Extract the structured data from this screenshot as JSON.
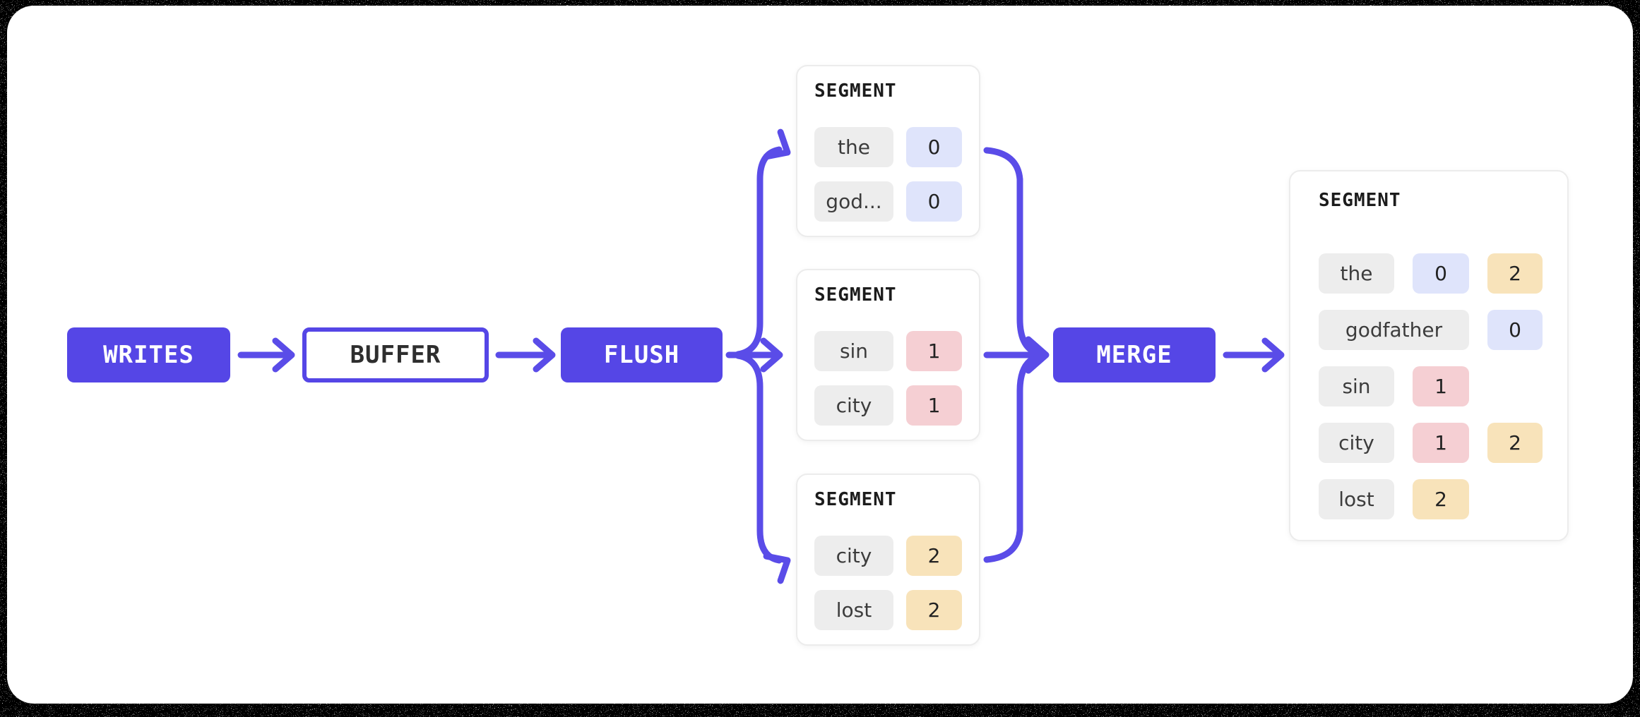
{
  "colors": {
    "accent": "#5546e6",
    "arrow": "#5a4ce8",
    "node_text": "#ffffff",
    "outline_node_text": "#2e2e2e",
    "canvas": "#ffffff",
    "card_border": "#ececec",
    "title_ink": "#1c1c1c",
    "term_bg": "#ededed",
    "term_ink": "#3c3c3c",
    "num_ink": "#222222",
    "blue": "#dfe4fb",
    "pink": "#f5cfd3",
    "yellow": "#f8e3ba"
  },
  "nodes": [
    {
      "id": "writes",
      "label": "WRITES",
      "variant": "filled"
    },
    {
      "id": "buffer",
      "label": "BUFFER",
      "variant": "outline"
    },
    {
      "id": "flush",
      "label": "FLUSH",
      "variant": "filled"
    },
    {
      "id": "merge",
      "label": "MERGE",
      "variant": "filled"
    }
  ],
  "segments": [
    {
      "title": "SEGMENT",
      "rows": [
        {
          "term": "the",
          "postings": [
            {
              "value": "0",
              "color": "blue"
            }
          ]
        },
        {
          "term": "god...",
          "postings": [
            {
              "value": "0",
              "color": "blue"
            }
          ]
        }
      ]
    },
    {
      "title": "SEGMENT",
      "rows": [
        {
          "term": "sin",
          "postings": [
            {
              "value": "1",
              "color": "pink"
            }
          ]
        },
        {
          "term": "city",
          "postings": [
            {
              "value": "1",
              "color": "pink"
            }
          ]
        }
      ]
    },
    {
      "title": "SEGMENT",
      "rows": [
        {
          "term": "city",
          "postings": [
            {
              "value": "2",
              "color": "yellow"
            }
          ]
        },
        {
          "term": "lost",
          "postings": [
            {
              "value": "2",
              "color": "yellow"
            }
          ]
        }
      ]
    }
  ],
  "merged_segment": {
    "title": "SEGMENT",
    "rows": [
      {
        "term": "the",
        "wide": false,
        "postings": [
          {
            "value": "0",
            "color": "blue"
          },
          {
            "value": "2",
            "color": "yellow"
          }
        ]
      },
      {
        "term": "godfather",
        "wide": true,
        "postings": [
          {
            "value": "0",
            "color": "blue"
          }
        ]
      },
      {
        "term": "sin",
        "wide": false,
        "postings": [
          {
            "value": "1",
            "color": "pink"
          }
        ]
      },
      {
        "term": "city",
        "wide": false,
        "postings": [
          {
            "value": "1",
            "color": "pink"
          },
          {
            "value": "2",
            "color": "yellow"
          }
        ]
      },
      {
        "term": "lost",
        "wide": false,
        "postings": [
          {
            "value": "2",
            "color": "yellow"
          }
        ]
      }
    ]
  }
}
